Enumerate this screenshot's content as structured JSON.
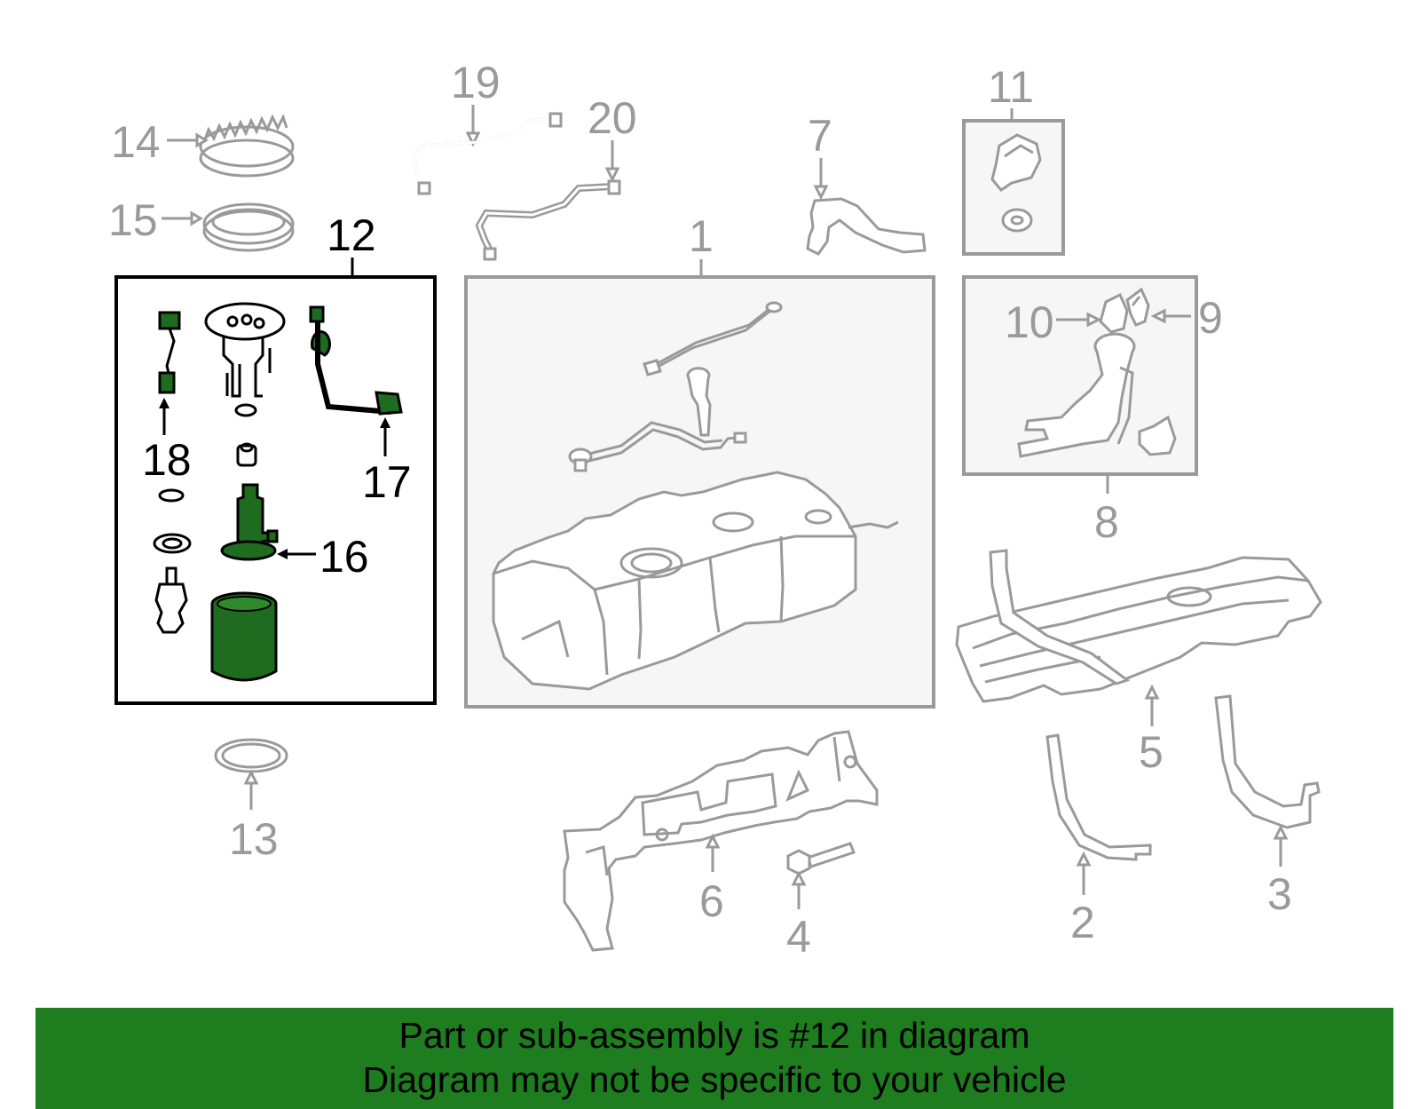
{
  "callouts": {
    "c1": "1",
    "c2": "2",
    "c3": "3",
    "c4": "4",
    "c5": "5",
    "c6": "6",
    "c7": "7",
    "c8": "8",
    "c9": "9",
    "c10": "10",
    "c11": "11",
    "c12": "12",
    "c13": "13",
    "c14": "14",
    "c15": "15",
    "c16": "16",
    "c17": "17",
    "c18": "18",
    "c19": "19",
    "c20": "20"
  },
  "banner": {
    "line1": "Part or sub-assembly is #12 in diagram",
    "line2": "Diagram may not be specific to your vehicle"
  },
  "colors": {
    "highlight": "#1f6b1f",
    "banner": "#1e7d1e",
    "parts": "#9a9a9a"
  }
}
